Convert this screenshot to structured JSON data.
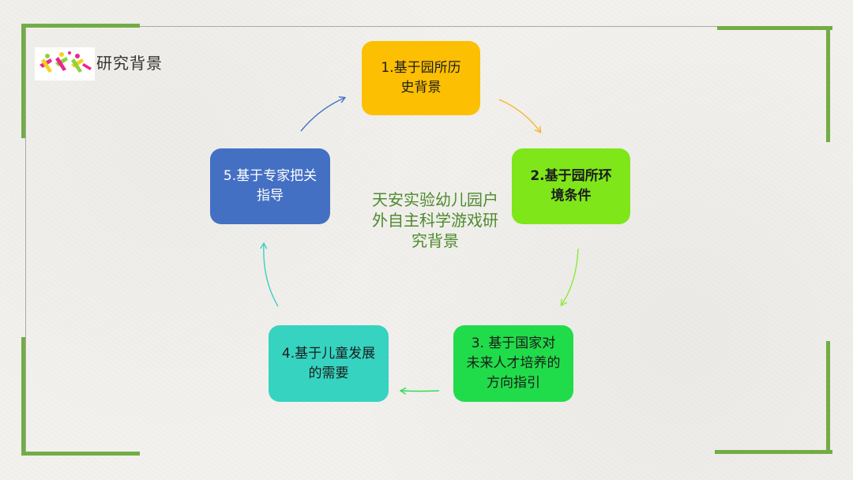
{
  "header": {
    "title": "研究背景"
  },
  "logo": {
    "icon": "colorful-figures-logo-icon"
  },
  "center": {
    "title": "天安实验幼儿园户外自主科学游戏研究背景"
  },
  "nodes": [
    {
      "label": "1.基于园所历史背景",
      "color": "#fcbf02"
    },
    {
      "label": "2.基于园所环境条件",
      "color": "#7fe619"
    },
    {
      "label": "3. 基于国家对未来人才培养的方向指引",
      "color": "#21dc4a"
    },
    {
      "label": "4.基于儿童发展的需要",
      "color": "#36d3c0"
    },
    {
      "label": "5.基于专家把关指导",
      "color": "#4470c4"
    }
  ],
  "colors": {
    "frame_green": "#72ad44",
    "center_text": "#4f8a2f",
    "arrow_1_to_2": "#f5b731",
    "arrow_2_to_3": "#8ee83a",
    "arrow_3_to_4": "#34dc5a",
    "arrow_4_to_5": "#3ccfc2",
    "arrow_5_to_1": "#4472c4"
  }
}
